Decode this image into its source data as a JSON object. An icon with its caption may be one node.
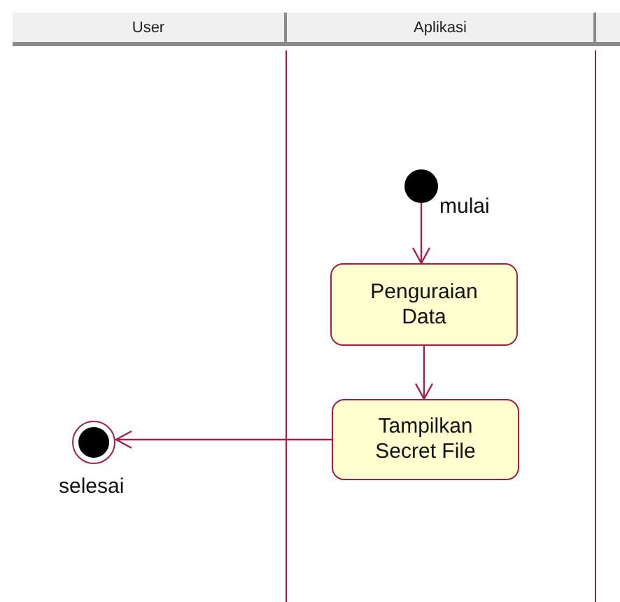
{
  "diagram": {
    "nodes": [
      {
        "text": [
          "User"
        ]
      },
      {
        "text": [
          "Aplikasi"
        ]
      },
      {
        "text": [],
        "shape": "circle",
        "in": 1,
        "beside": [
          "mulai"
        ]
      },
      {
        "text": [
          "Penguraian Data"
        ],
        "in": 1
      },
      {
        "text": [
          "Tampilkan Secret File"
        ],
        "in": 1
      },
      {
        "text": [],
        "shape": "circle",
        "in": 0,
        "beside": [
          "selesai"
        ]
      }
    ],
    "edges": [
      {
        "from": 2,
        "to": 3,
        "arrow": "to"
      },
      {
        "from": 3,
        "to": 4,
        "arrow": "to"
      },
      {
        "from": 4,
        "to": 5,
        "arrow": "to"
      }
    ]
  }
}
